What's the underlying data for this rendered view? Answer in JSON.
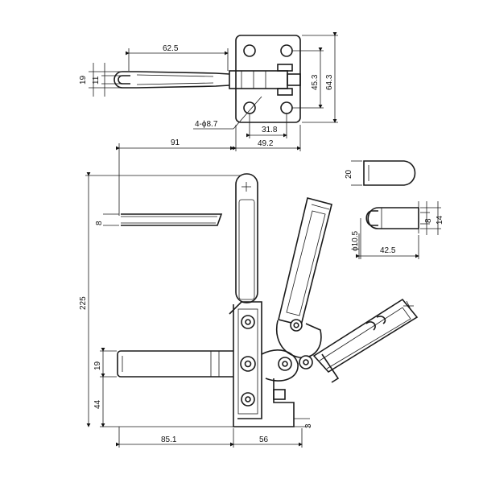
{
  "dimensions": {
    "top_view": {
      "d_62_5": "62.5",
      "d_19": "19",
      "d_11": "11",
      "d_45_3": "45.3",
      "d_64_3": "64.3",
      "d_holes": "4-ϕ8.7",
      "d_31_8": "31.8",
      "d_49_2": "49.2"
    },
    "side_view": {
      "d_91": "91",
      "d_8": "8",
      "d_225": "225",
      "d_19": "19",
      "d_44": "44",
      "d_85_1": "85.1",
      "d_56": "56",
      "d_3": "3"
    },
    "spindle_detail": {
      "d_20": "20",
      "d_10_5": "ϕ10.5",
      "d_8": "8",
      "d_14": "14",
      "d_42_5": "42.5"
    }
  }
}
